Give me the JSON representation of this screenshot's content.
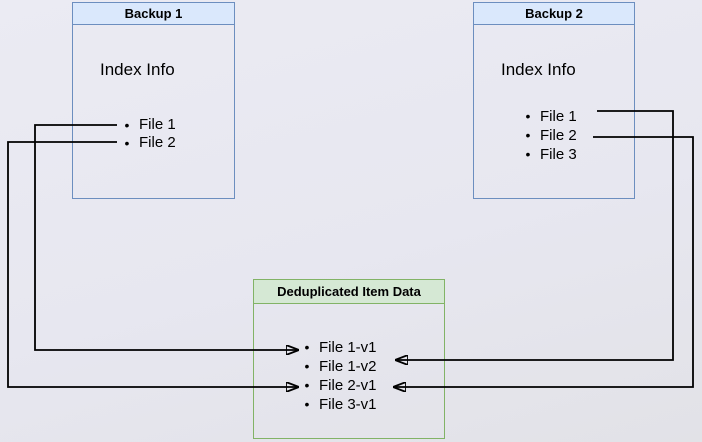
{
  "backup1": {
    "title": "Backup 1",
    "section_label": "Index Info",
    "files": [
      "File 1",
      "File 2"
    ]
  },
  "backup2": {
    "title": "Backup 2",
    "section_label": "Index Info",
    "files": [
      "File 1",
      "File 2",
      "File 3"
    ]
  },
  "dedup": {
    "title": "Deduplicated Item Data",
    "items": [
      "File 1-v1",
      "File 1-v2",
      "File 2-v1",
      "File 3-v1"
    ]
  },
  "colors": {
    "backup_header_fill": "#dae8fc",
    "backup_border": "#6c8ebf",
    "dedup_header_fill": "#d5e8d4",
    "dedup_border": "#82b366",
    "connector": "#000000",
    "background": "#e7e7f0"
  },
  "connections": [
    {
      "from": "Backup 1 / File 1",
      "to": "File 1-v1"
    },
    {
      "from": "Backup 1 / File 2",
      "to": "File 2-v1"
    },
    {
      "from": "Backup 2 / File 1",
      "to": "File 1-v2"
    },
    {
      "from": "Backup 2 / File 2",
      "to": "File 2-v1"
    }
  ]
}
